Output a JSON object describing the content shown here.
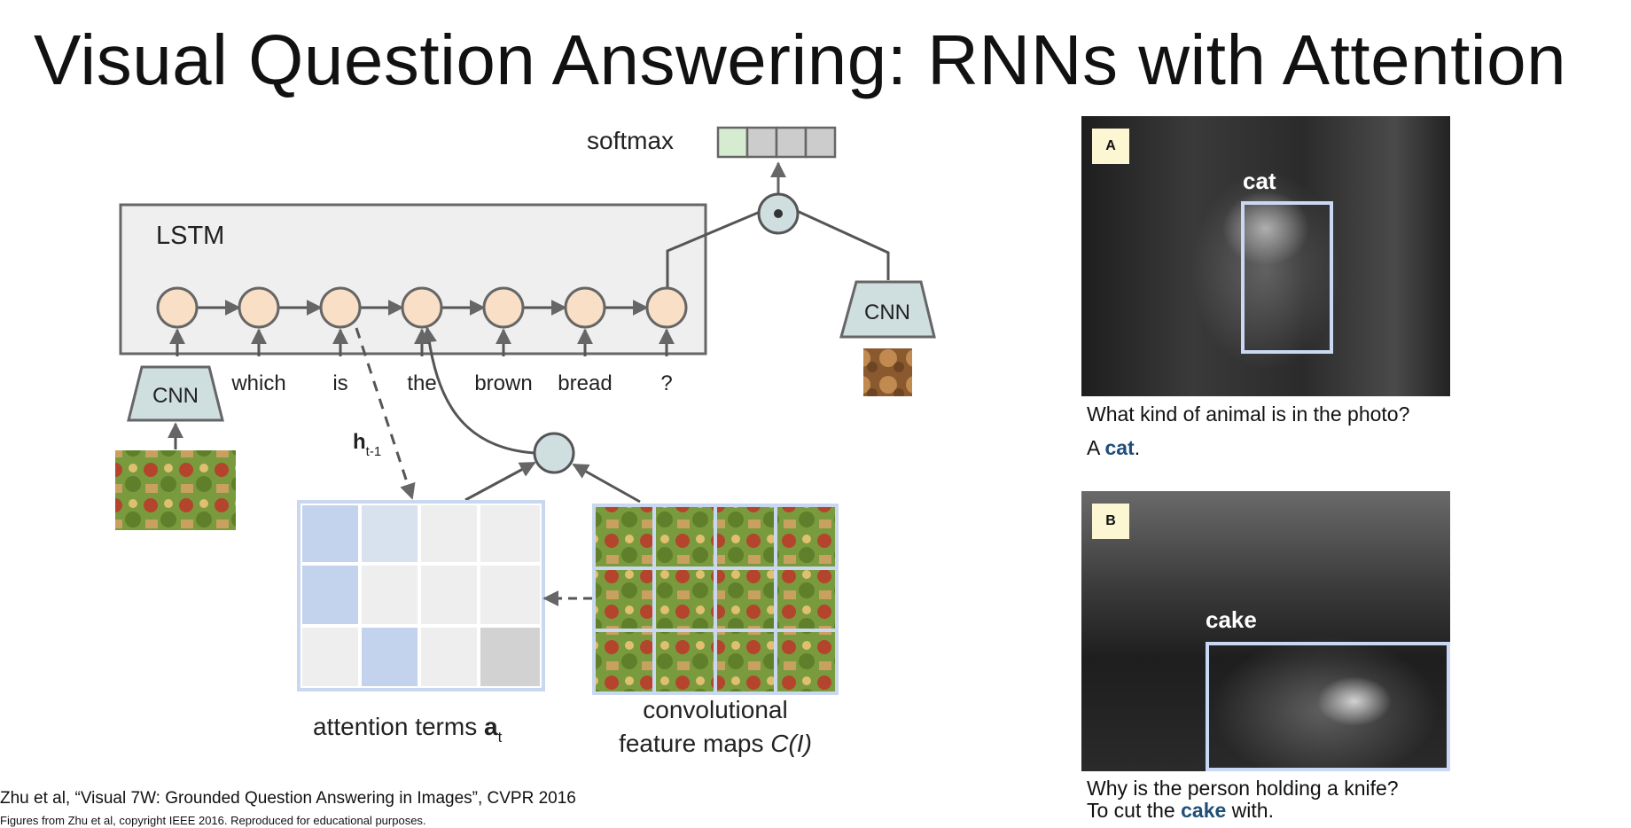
{
  "title": "Visual Question Answering: RNNs with Attention",
  "diagram": {
    "lstm_label": "LSTM",
    "softmax_label": "softmax",
    "cnn_label": "CNN",
    "words": [
      "which",
      "is",
      "the",
      "brown",
      "bread",
      "?"
    ],
    "hidden_label": "h",
    "hidden_subscript": "t-1",
    "attention_label": "attention terms ",
    "attention_symbol": "a",
    "attention_subscript": "t",
    "feature_label_line1": "convolutional",
    "feature_label_line2": "feature maps ",
    "feature_label_symbol": "C(I)"
  },
  "examples": [
    {
      "letter": "A",
      "box_label": "cat",
      "question": "What kind of animal is in the photo?",
      "answer_prefix": "A ",
      "answer_word": "cat",
      "answer_suffix": "."
    },
    {
      "letter": "B",
      "box_label": "cake",
      "question": "Why is the person holding a knife?",
      "answer_prefix": "To cut the ",
      "answer_word": "cake",
      "answer_suffix": " with."
    }
  ],
  "citation": "Zhu et al, “Visual 7W: Grounded Question Answering in Images”, CVPR 2016",
  "credit": "Figures from Zhu et al, copyright IEEE 2016. Reproduced for educational purposes.",
  "colors": {
    "lstm_cell": "#f9dfc6",
    "cnn_fill": "#cfdedf",
    "attention_high": "#c3d3ee",
    "attention_low": "#eeeeee",
    "answer_word": "#1f4e79"
  }
}
